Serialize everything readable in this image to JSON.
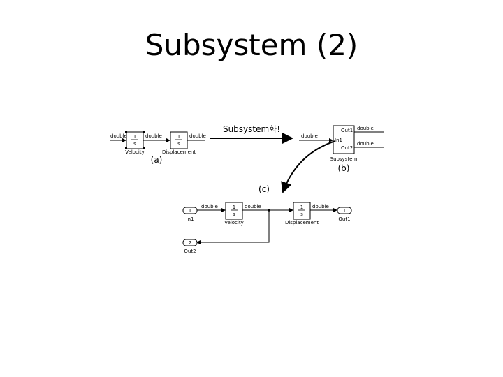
{
  "title": "Subsystem (2)",
  "labels": {
    "double": "double",
    "num_1": "1",
    "num_2": "2",
    "s": "s",
    "velocity": "Velocity",
    "displacement": "Displacement",
    "in1": "In1",
    "out1": "Out1",
    "out2": "Out2",
    "subsystem": "Subsystem",
    "arrow_caption": "Subsystem화!",
    "panel_a": "(a)",
    "panel_b": "(b)",
    "panel_c": "(c)"
  }
}
